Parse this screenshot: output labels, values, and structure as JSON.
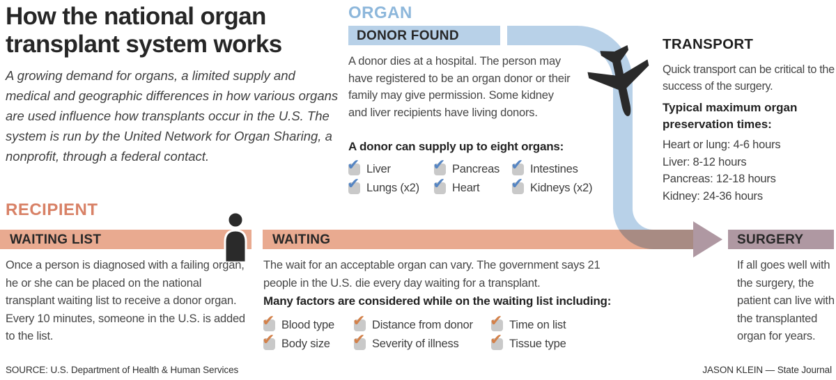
{
  "header": {
    "title_line1": "How the national organ",
    "title_line2": "transplant system works",
    "intro": "A growing demand for organs, a limited supply and medical and geographic differences in how various organs are used influence how transplants occur in the U.S. The system is run by the United Network for Organ Sharing, a nonprofit, through a federal contact."
  },
  "organ": {
    "heading": "ORGAN",
    "donor_found": {
      "label": "DONOR FOUND",
      "body": "A donor dies at a hospital. The person may have registered to be an organ donor or their family may give permission. Some kidney and liver recipients have living donors.",
      "supply_heading": "A donor can supply up to eight organs:",
      "organs": [
        "Liver",
        "Lungs (x2)",
        "Pancreas",
        "Heart",
        "Intestines",
        "Kidneys (x2)"
      ]
    }
  },
  "transport": {
    "heading": "TRANSPORT",
    "body": "Quick transport can be critical to the success of the surgery.",
    "times_heading": "Typical maximum organ preservation times:",
    "times": [
      "Heart or lung: 4-6 hours",
      "Liver: 8-12 hours",
      "Pancreas: 12-18 hours",
      "Kidney: 24-36 hours"
    ]
  },
  "recipient": {
    "heading": "RECIPIENT",
    "waiting_list": {
      "label": "WAITING LIST",
      "body": "Once a person is diagnosed with a failing organ, he or she can be placed on the national transplant waiting list to receive a donor organ. Every 10 minutes, someone in the U.S. is added to the list."
    },
    "waiting": {
      "label": "WAITING",
      "body": "The wait for an acceptable organ can vary. The government says 21 people in the U.S. die every day waiting for a transplant.",
      "factors_heading": "Many factors are considered while on the waiting list including:",
      "factors": [
        "Blood type",
        "Body size",
        "Distance from donor",
        "Severity of illness",
        "Time on list",
        "Tissue type"
      ]
    }
  },
  "surgery": {
    "label": "SURGERY",
    "body": "If all goes well with the surgery, the patient can live with the transplanted organ for years."
  },
  "footer": {
    "source": "SOURCE: U.S. Department of Health & Human Services",
    "credit": "JASON KLEIN — State Journal"
  },
  "glyphs": {
    "check": "✔"
  },
  "colors": {
    "blue_band": "#b8d1e8",
    "blue_heading": "#8db7db",
    "salmon_band": "#e9aa90",
    "salmon_heading": "#d88166",
    "mauve": "#af98a2",
    "check_blue": "#5585c3",
    "check_orange": "#d3814a",
    "ink": "#2a2a2a"
  }
}
